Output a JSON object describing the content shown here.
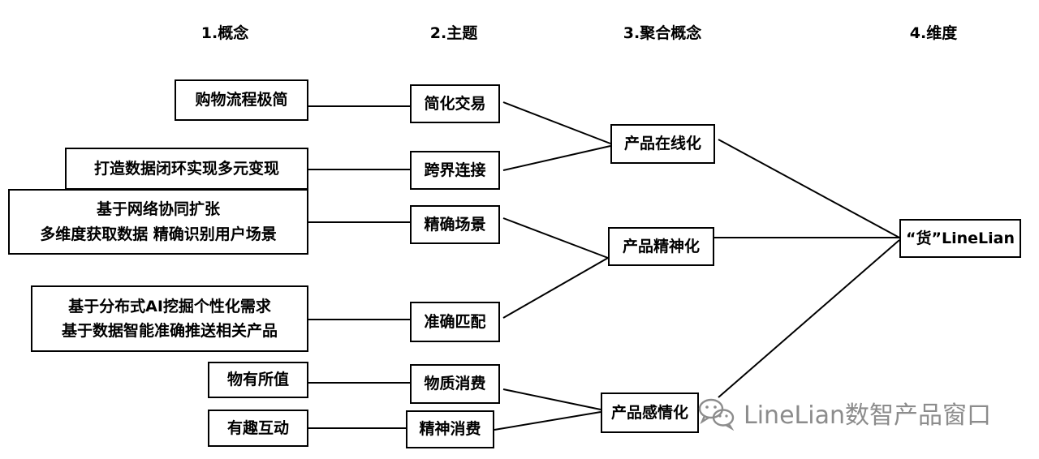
{
  "headers": {
    "concept": "1.概念",
    "theme": "2.主题",
    "aggregate": "3.聚合概念",
    "dimension": "4.维度"
  },
  "concepts": [
    {
      "lines": [
        "购物流程极简"
      ]
    },
    {
      "lines": [
        "打造数据闭环实现多元变现"
      ]
    },
    {
      "lines": [
        "基于网络协同扩张",
        "多维度获取数据 精确识别用户场景"
      ]
    },
    {
      "lines": [
        "基于分布式AI挖掘个性化需求",
        "基于数据智能准确推送相关产品"
      ]
    },
    {
      "lines": [
        "物有所值"
      ]
    },
    {
      "lines": [
        "有趣互动"
      ]
    }
  ],
  "themes": [
    "简化交易",
    "跨界连接",
    "精确场景",
    "准确匹配",
    "物质消费",
    "精神消费"
  ],
  "aggregates": [
    "产品在线化",
    "产品精神化",
    "产品感情化"
  ],
  "dimension": "“货”LineLian",
  "watermark": {
    "icon": "wechat-icon",
    "text": "LineLian数智产品窗口",
    "color": "#8c8c8c"
  }
}
